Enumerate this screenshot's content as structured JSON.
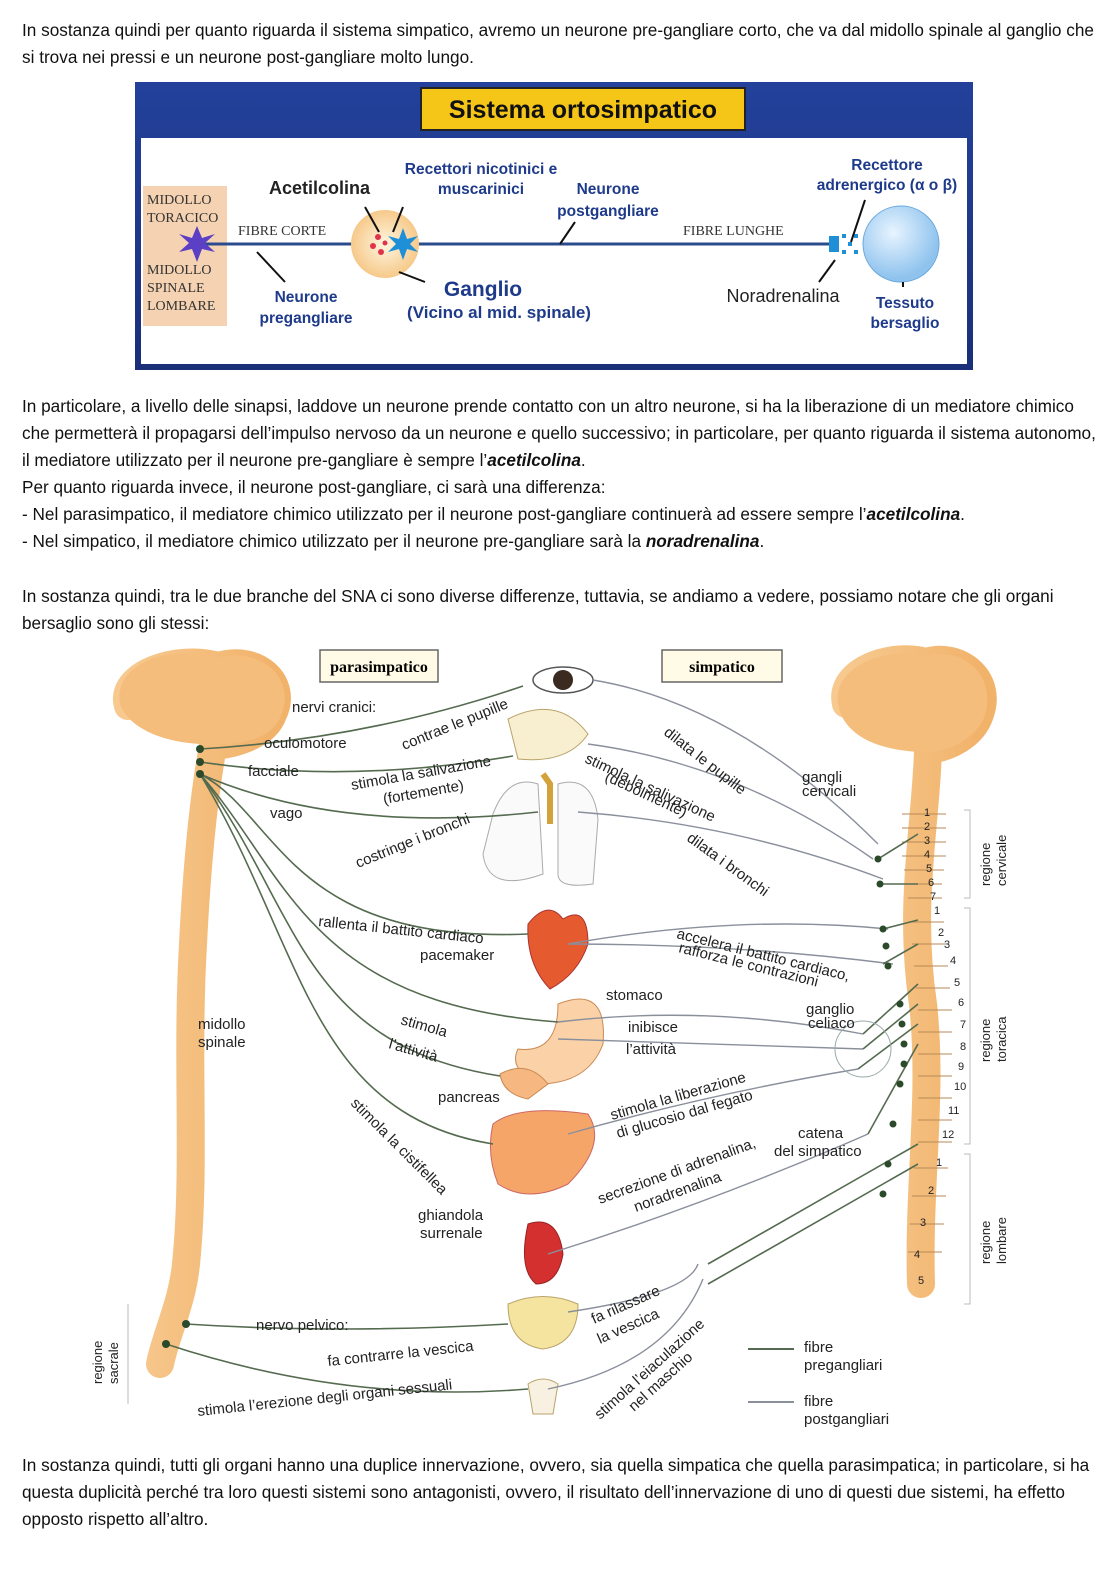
{
  "paragraphs": {
    "p1": "In sostanza quindi per quanto riguarda il sistema simpatico, avremo un neurone pre-gangliare corto, che va dal midollo spinale al ganglio che si trova nei pressi e un neurone post-gangliare molto lungo.",
    "p2": "In particolare, a livello delle sinapsi, laddove un neurone prende contatto con un altro neurone, si ha la liberazione di un mediatore chimico che permetterà il propagarsi dell’impulso nervoso da un neurone e quello successivo; in particolare, per quanto riguarda il sistema autonomo, il mediatore utilizzato per il neurone pre-gangliare è sempre l’",
    "p2_em": "acetilcolina",
    "p3": "Per quanto riguarda invece, il neurone post-gangliare, ci sarà una differenza:",
    "p4": "- Nel parasimpatico, il mediatore chimico utilizzato per il neurone post-gangliare continuerà ad essere sempre l’",
    "p4_em": "acetilcolina",
    "p5": "- Nel simpatico, il mediatore chimico utilizzato per il neurone pre-gangliare sarà la ",
    "p5_em": "noradrenalina",
    "p6": "In sostanza quindi, tra le due branche del SNA ci sono diverse differenze, tuttavia, se andiamo a vedere, possiamo notare che gli organi bersaglio sono gli stessi:",
    "p7": "In sostanza quindi, tutti gli organi hanno una duplice innervazione, ovvero, sia quella simpatica che quella parasimpatica; in particolare, si ha questa duplicità perché tra loro questi sistemi sono antagonisti, ovvero, il risultato dell’innervazione di uno di questi due sistemi, ha effetto opposto rispetto all’altro.",
    "period": "."
  },
  "figure1": {
    "title": "Sistema ortosimpatico",
    "midollo_toracico": [
      "MIDOLLO",
      "TORACICO"
    ],
    "midollo_lombare": [
      "MIDOLLO",
      "SPINALE",
      "LOMBARE"
    ],
    "acetilcolina": "Acetilcolina",
    "fibre_corte": "FIBRE CORTE",
    "recettori": [
      "Recettori nicotinici e",
      "muscarinici"
    ],
    "neurone_post": [
      "Neurone",
      "postgangliare"
    ],
    "fibre_lunghe": "FIBRE LUNGHE",
    "recettore": [
      "Recettore",
      "adrenergico (α o β)"
    ],
    "neurone_pre": [
      "Neurone",
      "pregangliare"
    ],
    "ganglio": "Ganglio",
    "ganglio_sub": "(Vicino al mid. spinale)",
    "noradrenalina": "Noradrenalina",
    "tessuto": [
      "Tessuto",
      "bersaglio"
    ]
  },
  "figure2": {
    "parasimpatico": "parasimpatico",
    "simpatico": "simpatico",
    "nervi_cranici": "nervi cranici:",
    "oculomotore": "oculomotore",
    "facciale": "facciale",
    "vago": "vago",
    "contrae_pupille": "contrae le pupille",
    "stimola_saliv": "stimola la salivazione",
    "fortemente": "(fortemente)",
    "costringe": "costringe i bronchi",
    "rallenta": "rallenta il battito cardiaco",
    "pacemaker": "pacemaker",
    "midollo_spinale": [
      "midollo",
      "spinale"
    ],
    "stimola": "stimola",
    "attivita": "l’attività",
    "pancreas": "pancreas",
    "stimola_cist": "stimola la cistifellea",
    "ghiandola": [
      "ghiandola",
      "surrenale"
    ],
    "nervo_pelvico": "nervo pelvico:",
    "contrarre_vescica": "fa contrarre la vescica",
    "erezione": "stimola l’erezione degli organi sessuali",
    "regione_sacrale": [
      "regione",
      "sacrale"
    ],
    "dilata_pupille": "dilata le pupille",
    "stimola_saliv2": "stimola la salivazione",
    "debolmente": "(debolmente)",
    "dilata_bronchi": "dilata i bronchi",
    "gangli_cervicali": [
      "gangli",
      "cervicali"
    ],
    "accelera": "accelera il battito cardiaco,",
    "rafforza": "rafforza le contrazioni",
    "stomaco": "stomaco",
    "inibisce": "inibisce",
    "attivita2": "l’attività",
    "ganglio_celiaco": [
      "ganglio",
      "celiaco"
    ],
    "glucosio": [
      "stimola la liberazione",
      "di glucosio dal fegato"
    ],
    "catena": [
      "catena",
      "del simpatico"
    ],
    "adrenalina": [
      "secrezione di adrenalina,",
      "noradrenalina"
    ],
    "rilassare": [
      "fa rilassare",
      "la vescica"
    ],
    "eiaculazione": [
      "stimola l’eiaculazione",
      "nel maschio"
    ],
    "regione_cervicale": [
      "regione",
      "cervicale"
    ],
    "regione_toracica": [
      "regione",
      "toracica"
    ],
    "regione_lombare": [
      "regione",
      "lombare"
    ],
    "fibre_pre": [
      "fibre",
      "pregangliari"
    ],
    "fibre_post": [
      "fibre",
      "postgangliari"
    ],
    "cervical_nums": [
      "1",
      "2",
      "3",
      "4",
      "5",
      "6",
      "7"
    ],
    "thoracic_nums": [
      "1",
      "2",
      "3",
      "4",
      "5",
      "6",
      "7",
      "8",
      "9",
      "10",
      "11",
      "12"
    ],
    "lumbar_nums": [
      "1",
      "2",
      "3",
      "4",
      "5"
    ]
  },
  "colors": {
    "fig1_border": "#1e3a8a",
    "fig1_title_bg": "#f5c518",
    "fig1_label": "#1e3a8a",
    "fibre_pre": "#556b50",
    "fibre_post": "#8a8f9c"
  }
}
